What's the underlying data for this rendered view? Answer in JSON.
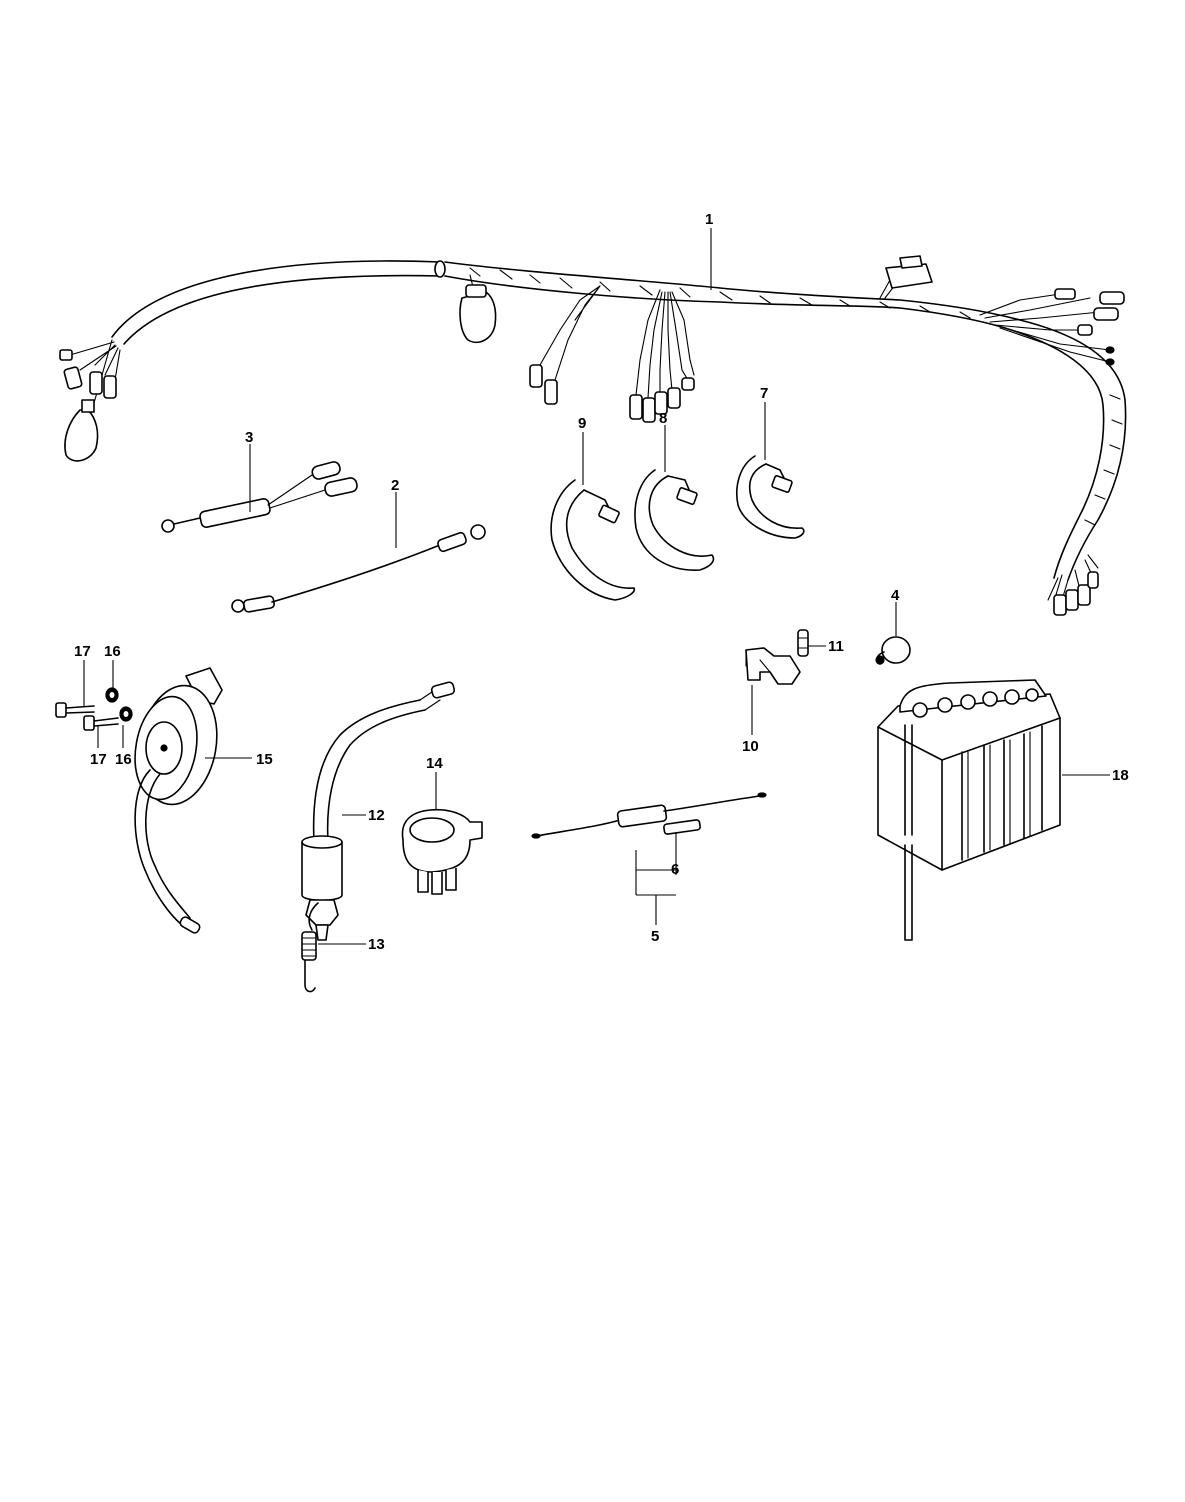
{
  "diagram": {
    "callouts": [
      {
        "id": "c1",
        "text": "1"
      },
      {
        "id": "c2",
        "text": "2"
      },
      {
        "id": "c3",
        "text": "3"
      },
      {
        "id": "c4",
        "text": "4"
      },
      {
        "id": "c5",
        "text": "5"
      },
      {
        "id": "c6",
        "text": "6"
      },
      {
        "id": "c7",
        "text": "7"
      },
      {
        "id": "c8",
        "text": "8"
      },
      {
        "id": "c9",
        "text": "9"
      },
      {
        "id": "c10",
        "text": "10"
      },
      {
        "id": "c11",
        "text": "11"
      },
      {
        "id": "c12",
        "text": "12"
      },
      {
        "id": "c13",
        "text": "13"
      },
      {
        "id": "c14",
        "text": "14"
      },
      {
        "id": "c15",
        "text": "15"
      },
      {
        "id": "c16a",
        "text": "16"
      },
      {
        "id": "c16b",
        "text": "16"
      },
      {
        "id": "c17a",
        "text": "17"
      },
      {
        "id": "c17b",
        "text": "17"
      },
      {
        "id": "c18",
        "text": "18"
      }
    ]
  }
}
